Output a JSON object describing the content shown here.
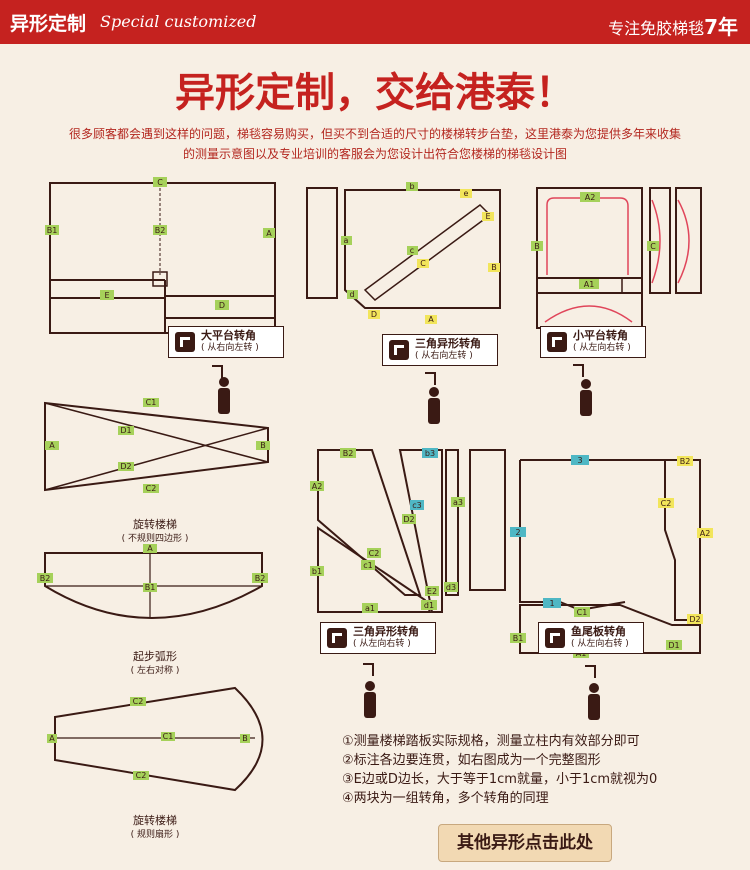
{
  "header": {
    "title": "异形定制",
    "subtitle": "Special customized",
    "right_text": "专注免胶梯毯",
    "years": "7年"
  },
  "headline": "异形定制，交给港泰！",
  "intro": [
    "很多顾客都会遇到这样的问题，梯毯容易购买，但买不到合适的尺寸的楼梯转步台垫，这里港泰为您提供多年来收集",
    "的测量示意图以及专业培训的客服会为您设计出符合您楼梯的梯毯设计图"
  ],
  "diagrams": [
    {
      "title": "大平台转角",
      "sub": "( 从右向左转 )",
      "labels": [
        "C",
        "B1",
        "B2",
        "A",
        "E",
        "D"
      ]
    },
    {
      "title": "三角异形转角",
      "sub": "( 从右向左转 )",
      "labels": [
        "b",
        "e",
        "a",
        "E",
        "c",
        "C",
        "B",
        "d",
        "D",
        "A"
      ]
    },
    {
      "title": "小平台转角",
      "sub": "( 从左向右转 )",
      "labels": [
        "A2",
        "B",
        "C",
        "A1"
      ]
    },
    {
      "title": "旋转楼梯",
      "sub": "( 不规则四边形 )",
      "labels": [
        "C1",
        "D1",
        "A",
        "B",
        "D2",
        "C2"
      ]
    },
    {
      "title": "起步弧形",
      "sub": "( 左右对称 )",
      "labels": [
        "A",
        "B2",
        "B1",
        "B2"
      ]
    },
    {
      "title": "旋转楼梯",
      "sub": "( 规则扇形 )",
      "labels": [
        "C2",
        "A",
        "C1",
        "B",
        "C2"
      ]
    },
    {
      "title": "三角异形转角",
      "sub": "( 从左向右转 )",
      "labels": [
        "B2",
        "b3",
        "A2",
        "c3",
        "a3",
        "D2",
        "C2",
        "c1",
        "b1",
        "E2",
        "d3",
        "a1",
        "d1"
      ]
    },
    {
      "title": "鱼尾板转角",
      "sub": "( 从左向右转 )",
      "labels": [
        "3",
        "B2",
        "C2",
        "2",
        "A2",
        "1",
        "C1",
        "D2",
        "B1",
        "A1",
        "D1"
      ]
    }
  ],
  "notes": [
    "①测量楼梯踏板实际规格，测量立柱内有效部分即可",
    "②标注各边要连贯，如右图成为一个完整图形",
    "③E边或D边长，大于等于1cm就量，小于1cm就视为0",
    "④两块为一组转角，多个转角的同理"
  ],
  "cta": "其他异形点击此处",
  "colors": {
    "brand": "#c5221f",
    "line": "#3a1a14",
    "label_green": "#a6d15a",
    "label_teal": "#4fb7c4",
    "label_yellow": "#f2e55b",
    "background": "#f7efe4"
  }
}
